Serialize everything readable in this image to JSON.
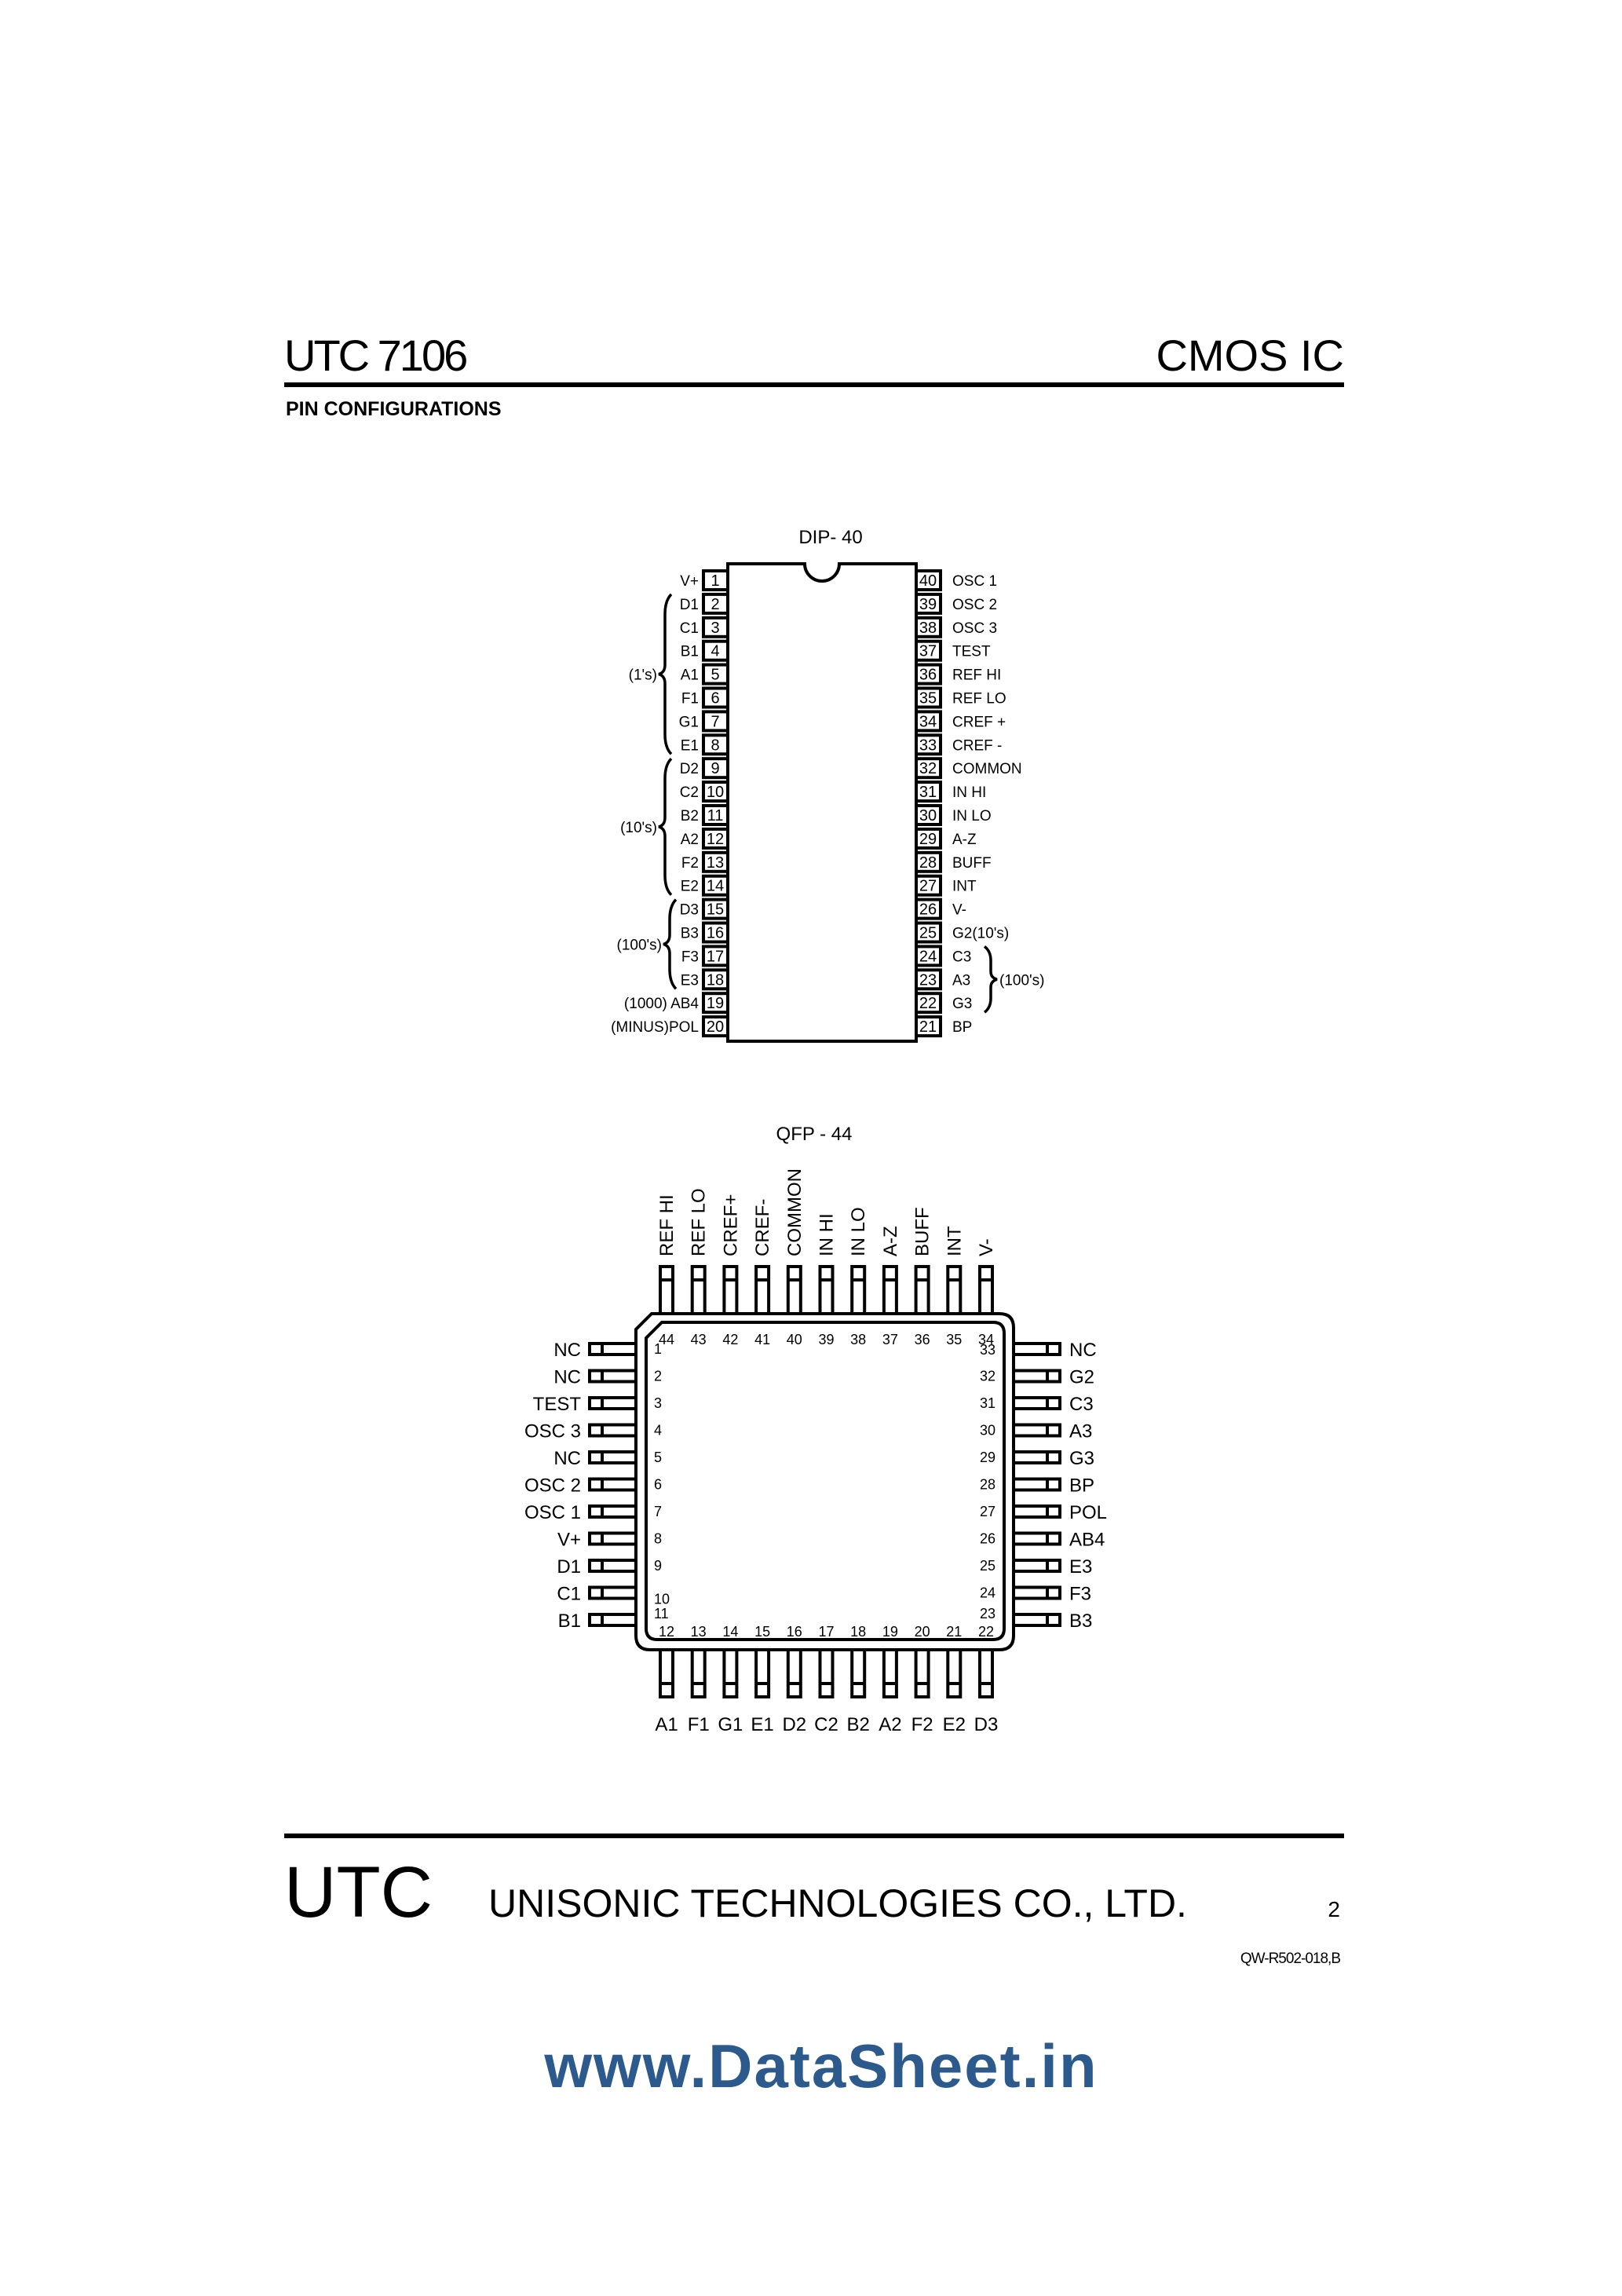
{
  "header": {
    "part_number": "UTC 7106",
    "category": "CMOS IC",
    "section_title": "PIN CONFIGURATIONS"
  },
  "dip40": {
    "title": "DIP- 40",
    "left_pins": [
      {
        "num": "1",
        "label": "V+"
      },
      {
        "num": "2",
        "label": "D1"
      },
      {
        "num": "3",
        "label": "C1"
      },
      {
        "num": "4",
        "label": "B1"
      },
      {
        "num": "5",
        "label": "A1"
      },
      {
        "num": "6",
        "label": "F1"
      },
      {
        "num": "7",
        "label": "G1"
      },
      {
        "num": "8",
        "label": "E1"
      },
      {
        "num": "9",
        "label": "D2"
      },
      {
        "num": "10",
        "label": "C2"
      },
      {
        "num": "11",
        "label": "B2"
      },
      {
        "num": "12",
        "label": "A2"
      },
      {
        "num": "13",
        "label": "F2"
      },
      {
        "num": "14",
        "label": "E2"
      },
      {
        "num": "15",
        "label": "D3"
      },
      {
        "num": "16",
        "label": "B3"
      },
      {
        "num": "17",
        "label": "F3"
      },
      {
        "num": "18",
        "label": "E3"
      },
      {
        "num": "19",
        "label": "(1000) AB4"
      },
      {
        "num": "20",
        "label": "(MINUS)POL"
      }
    ],
    "right_pins": [
      {
        "num": "40",
        "label": "OSC 1"
      },
      {
        "num": "39",
        "label": "OSC 2"
      },
      {
        "num": "38",
        "label": "OSC 3"
      },
      {
        "num": "37",
        "label": "TEST"
      },
      {
        "num": "36",
        "label": "REF HI"
      },
      {
        "num": "35",
        "label": "REF LO"
      },
      {
        "num": "34",
        "label": "CREF +"
      },
      {
        "num": "33",
        "label": "CREF -"
      },
      {
        "num": "32",
        "label": "COMMON"
      },
      {
        "num": "31",
        "label": "IN HI"
      },
      {
        "num": "30",
        "label": "IN LO"
      },
      {
        "num": "29",
        "label": "A-Z"
      },
      {
        "num": "28",
        "label": "BUFF"
      },
      {
        "num": "27",
        "label": "INT"
      },
      {
        "num": "26",
        "label": "V-"
      },
      {
        "num": "25",
        "label": "G2(10's)"
      },
      {
        "num": "24",
        "label": "C3"
      },
      {
        "num": "23",
        "label": "A3"
      },
      {
        "num": "22",
        "label": "G3"
      },
      {
        "num": "21",
        "label": "BP"
      }
    ],
    "groups": [
      {
        "label": "(1's)",
        "side": "left",
        "from": 1,
        "to": 7
      },
      {
        "label": "(10's)",
        "side": "left",
        "from": 8,
        "to": 13
      },
      {
        "label": "(100's)",
        "side": "left",
        "from": 14,
        "to": 17
      },
      {
        "label": "(100's)",
        "side": "right",
        "from": 16,
        "to": 18
      }
    ]
  },
  "qfp44": {
    "title": "QFP - 44",
    "top_pins": [
      {
        "num": "44",
        "label": "REF HI"
      },
      {
        "num": "43",
        "label": "REF LO"
      },
      {
        "num": "42",
        "label": "CREF+"
      },
      {
        "num": "41",
        "label": "CREF-"
      },
      {
        "num": "40",
        "label": "COMMON"
      },
      {
        "num": "39",
        "label": "IN HI"
      },
      {
        "num": "38",
        "label": "IN LO"
      },
      {
        "num": "37",
        "label": "A-Z"
      },
      {
        "num": "36",
        "label": "BUFF"
      },
      {
        "num": "35",
        "label": "INT"
      },
      {
        "num": "34",
        "label": "V-"
      }
    ],
    "left_pins": [
      {
        "num": "1",
        "label": "NC"
      },
      {
        "num": "2",
        "label": "NC"
      },
      {
        "num": "3",
        "label": "TEST"
      },
      {
        "num": "4",
        "label": "OSC 3"
      },
      {
        "num": "5",
        "label": "NC"
      },
      {
        "num": "6",
        "label": "OSC 2"
      },
      {
        "num": "7",
        "label": "OSC 1"
      },
      {
        "num": "8",
        "label": "V+"
      },
      {
        "num": "9",
        "label": "D1"
      },
      {
        "num": "10",
        "label": "C1"
      },
      {
        "num": "11",
        "label": "B1"
      }
    ],
    "right_pins": [
      {
        "num": "33",
        "label": "NC"
      },
      {
        "num": "32",
        "label": "G2"
      },
      {
        "num": "31",
        "label": "C3"
      },
      {
        "num": "30",
        "label": "A3"
      },
      {
        "num": "29",
        "label": "G3"
      },
      {
        "num": "28",
        "label": "BP"
      },
      {
        "num": "27",
        "label": "POL"
      },
      {
        "num": "26",
        "label": "AB4"
      },
      {
        "num": "25",
        "label": "E3"
      },
      {
        "num": "24",
        "label": "F3"
      },
      {
        "num": "23",
        "label": "B3"
      }
    ],
    "bottom_pins": [
      {
        "num": "12",
        "label": "A1"
      },
      {
        "num": "13",
        "label": "F1"
      },
      {
        "num": "14",
        "label": "G1"
      },
      {
        "num": "15",
        "label": "E1"
      },
      {
        "num": "16",
        "label": "D2"
      },
      {
        "num": "17",
        "label": "C2"
      },
      {
        "num": "18",
        "label": "B2"
      },
      {
        "num": "19",
        "label": "A2"
      },
      {
        "num": "20",
        "label": "F2"
      },
      {
        "num": "21",
        "label": "E2"
      },
      {
        "num": "22",
        "label": "D3"
      }
    ]
  },
  "footer": {
    "logo": "UTC",
    "company": "UNISONIC TECHNOLOGIES CO., LTD.",
    "page_number": "2",
    "doc_number": "QW-R502-018,B"
  },
  "watermark": {
    "text": "www.DataSheet.in",
    "color": "#2c5a8c"
  }
}
